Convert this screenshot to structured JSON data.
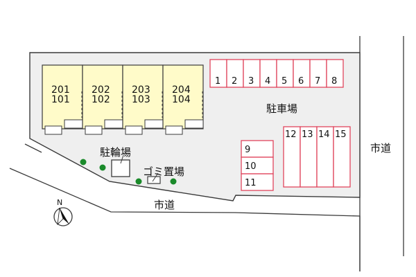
{
  "map_title": "",
  "colors": {
    "lot_fill": "#efefef",
    "building_fill": "#fffbc9",
    "stall_stroke": "#e0445c",
    "stall_fill": "#ffffff",
    "tree": "#1a8a2a",
    "outline": "#3a3a3a"
  },
  "units": [
    {
      "upper": "201",
      "lower": "101"
    },
    {
      "upper": "202",
      "lower": "102"
    },
    {
      "upper": "203",
      "lower": "103"
    },
    {
      "upper": "204",
      "lower": "104"
    }
  ],
  "parking_top_row": [
    "1",
    "2",
    "3",
    "4",
    "5",
    "6",
    "7",
    "8"
  ],
  "parking_small_column": [
    "9",
    "10",
    "11"
  ],
  "parking_wide_group": [
    "12",
    "13",
    "14",
    "15"
  ],
  "labels": {
    "parking": "駐車場",
    "bicycle_parking": "駐輪場",
    "garbage_area": "ゴミ置場",
    "road_east": "市道",
    "road_south": "市道",
    "north": "N"
  },
  "features": {
    "tree_icon": "tree-dot-icon",
    "north_arrow_icon": "north-arrow-icon",
    "garbage_icon": "garbage-bin-icon"
  }
}
